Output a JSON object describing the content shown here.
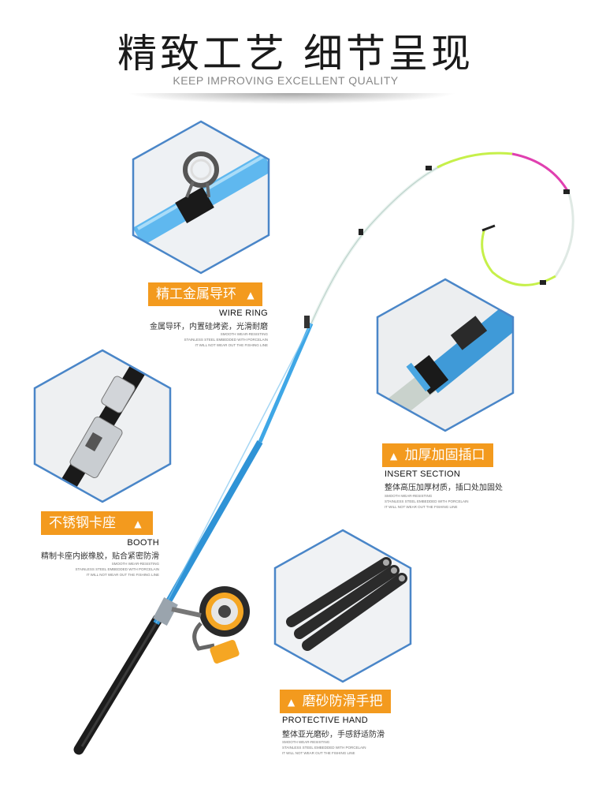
{
  "header": {
    "title": "精致工艺  细节呈现",
    "subtitle": "KEEP IMPROVING EXCELLENT QUALITY"
  },
  "features": [
    {
      "badge": "精工金属导环",
      "badge_icon": "triangle-marker",
      "english": "WIRE RING",
      "chinese": "金属导环，内置硅烤瓷，光滑耐磨",
      "fine_lines": [
        "SMOOTH WEAR-RESISTING",
        "STAINLESS STEEL EMBEDDED WITH PORCELAIN",
        "IT WILL NOT WEAR OUT THE FISHING LINE"
      ]
    },
    {
      "badge": "加厚加固插口",
      "badge_icon": "triangle-marker",
      "english": "INSERT SECTION",
      "chinese": "整体高压加厚材质，插口处加固处",
      "fine_lines": [
        "SMOOTH WEAR-RESISTING",
        "STAINLESS STEEL EMBEDDED WITH PORCELAIN",
        "IT WILL NOT WEAR OUT THE FISHING LINE"
      ]
    },
    {
      "badge": "不锈钢卡座",
      "badge_icon": "triangle-marker",
      "english": "BOOTH",
      "chinese": "精制卡座内嵌橡胶，贴合紧密防滑",
      "fine_lines": [
        "SMOOTH WEAR-RESISTING",
        "STAINLESS STEEL EMBEDDED WITH PORCELAIN",
        "IT WILL NOT WEAR OUT THE FISHING LINE"
      ]
    },
    {
      "badge": "磨砂防滑手把",
      "badge_icon": "triangle-marker",
      "english": "PROTECTIVE HAND",
      "chinese": "整体亚光磨砂，手感舒适防滑",
      "fine_lines": [
        "SMOOTH WEAR-RESISTING",
        "STAINLESS STEEL EMBEDDED WITH PORCELAIN",
        "IT WILL NOT WEAR OUT THE FISHING LINE"
      ]
    }
  ],
  "colors": {
    "accent": "#f39a1e",
    "hex_border": "#4a86c8",
    "rod_blue": "#3fa7e6",
    "tip_green": "#c6f04a",
    "tip_pink": "#e040b0"
  }
}
